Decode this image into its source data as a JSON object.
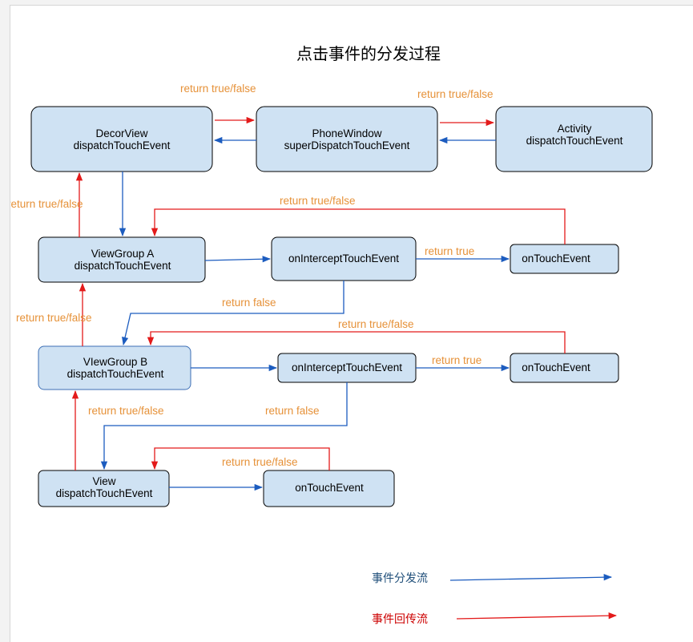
{
  "title": "点击事件的分发过程",
  "colors": {
    "dispatch": "#1c5cbf",
    "return": "#e31a1a",
    "label": "#e69138",
    "node_fill": "#cfe2f3"
  },
  "nodes": {
    "decor_view": [
      "DecorView",
      "dispatchTouchEvent"
    ],
    "phone_window": [
      "PhoneWindow",
      "superDispatchTouchEvent"
    ],
    "activity": [
      "Activity",
      "dispatchTouchEvent"
    ],
    "viewgroup_a": [
      "ViewGroup A",
      "dispatchTouchEvent"
    ],
    "intercept_a": [
      "onInterceptTouchEvent"
    ],
    "touch_a": [
      "onTouchEvent"
    ],
    "viewgroup_b": [
      "VIewGroup B",
      "dispatchTouchEvent"
    ],
    "intercept_b": [
      "onInterceptTouchEvent"
    ],
    "touch_b": [
      "onTouchEvent"
    ],
    "view": [
      "View",
      "dispatchTouchEvent"
    ],
    "touch_view": [
      "onTouchEvent"
    ]
  },
  "labels": {
    "decor_phone": "return true/false",
    "phone_activity": "return true/false",
    "a_decor": "return true/false",
    "touch_a_return": "return true/false",
    "intercept_a_true": "return true",
    "intercept_a_false": "return false",
    "b_a": "return true/false",
    "touch_b_return": "return true/false",
    "intercept_b_true": "return true",
    "view_b": "return true/false",
    "intercept_b_false": "return false",
    "touch_view_return": "return true/false"
  },
  "legend": {
    "dispatch": "事件分发流",
    "return": "事件回传流"
  }
}
